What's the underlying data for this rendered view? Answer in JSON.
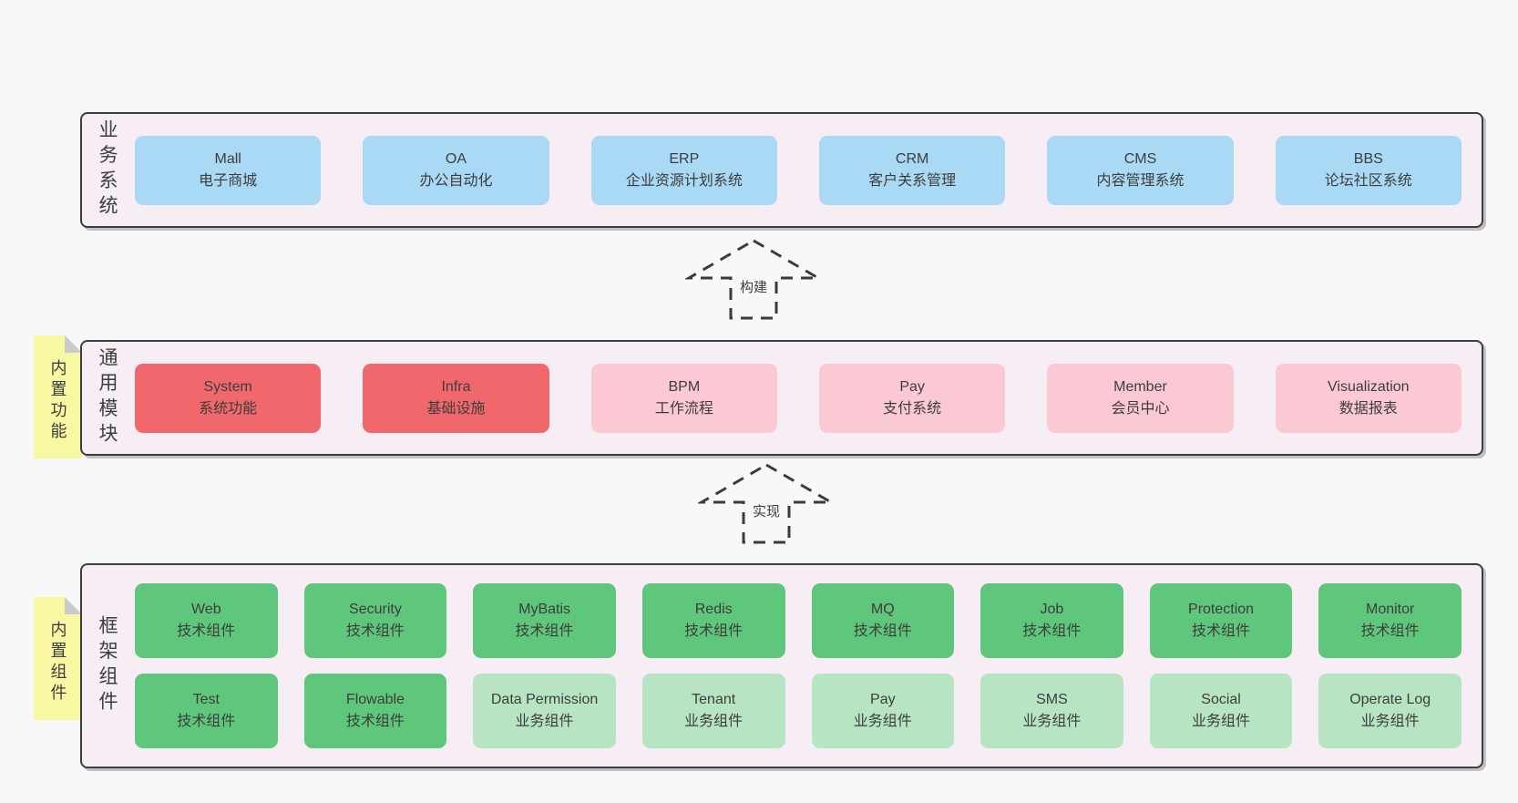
{
  "colors": {
    "page_bg": "#f8f8f8",
    "section_bg": "#f6edf5",
    "section_border": "#3d3d3d",
    "blue_box": "#a9d9f4",
    "red_box": "#f0686c",
    "pink_box": "#fbc9d3",
    "green_box": "#5fc77b",
    "light_green_box": "#b7e4c3",
    "note_yellow": "#f9f8a2",
    "note_fold_gray": "#c7cad0",
    "text": "#3d3d3d"
  },
  "arrows": [
    {
      "label": "构建"
    },
    {
      "label": "实现"
    }
  ],
  "sections": [
    {
      "label": "业务系统",
      "boxes": [
        {
          "name": "Mall",
          "desc": "电子商城",
          "variant": "blue"
        },
        {
          "name": "OA",
          "desc": "办公自动化",
          "variant": "blue"
        },
        {
          "name": "ERP",
          "desc": "企业资源计划系统",
          "variant": "blue"
        },
        {
          "name": "CRM",
          "desc": "客户关系管理",
          "variant": "blue"
        },
        {
          "name": "CMS",
          "desc": "内容管理系统",
          "variant": "blue"
        },
        {
          "name": "BBS",
          "desc": "论坛社区系统",
          "variant": "blue"
        }
      ]
    },
    {
      "label": "通用模块",
      "note": "内置功能",
      "boxes": [
        {
          "name": "System",
          "desc": "系统功能",
          "variant": "red"
        },
        {
          "name": "Infra",
          "desc": "基础设施",
          "variant": "red"
        },
        {
          "name": "BPM",
          "desc": "工作流程",
          "variant": "pink"
        },
        {
          "name": "Pay",
          "desc": "支付系统",
          "variant": "pink"
        },
        {
          "name": "Member",
          "desc": "会员中心",
          "variant": "pink"
        },
        {
          "name": "Visualization",
          "desc": "数据报表",
          "variant": "pink"
        }
      ]
    },
    {
      "label": "框架组件",
      "note": "内置组件",
      "rows": [
        [
          {
            "name": "Web",
            "desc": "技术组件",
            "variant": "green"
          },
          {
            "name": "Security",
            "desc": "技术组件",
            "variant": "green"
          },
          {
            "name": "MyBatis",
            "desc": "技术组件",
            "variant": "green"
          },
          {
            "name": "Redis",
            "desc": "技术组件",
            "variant": "green"
          },
          {
            "name": "MQ",
            "desc": "技术组件",
            "variant": "green"
          },
          {
            "name": "Job",
            "desc": "技术组件",
            "variant": "green"
          },
          {
            "name": "Protection",
            "desc": "技术组件",
            "variant": "green"
          },
          {
            "name": "Monitor",
            "desc": "技术组件",
            "variant": "green"
          }
        ],
        [
          {
            "name": "Test",
            "desc": "技术组件",
            "variant": "green"
          },
          {
            "name": "Flowable",
            "desc": "技术组件",
            "variant": "green"
          },
          {
            "name": "Data Permission",
            "desc": "业务组件",
            "variant": "lightgreen"
          },
          {
            "name": "Tenant",
            "desc": "业务组件",
            "variant": "lightgreen"
          },
          {
            "name": "Pay",
            "desc": "业务组件",
            "variant": "lightgreen"
          },
          {
            "name": "SMS",
            "desc": "业务组件",
            "variant": "lightgreen"
          },
          {
            "name": "Social",
            "desc": "业务组件",
            "variant": "lightgreen"
          },
          {
            "name": "Operate Log",
            "desc": "业务组件",
            "variant": "lightgreen"
          }
        ]
      ]
    }
  ]
}
